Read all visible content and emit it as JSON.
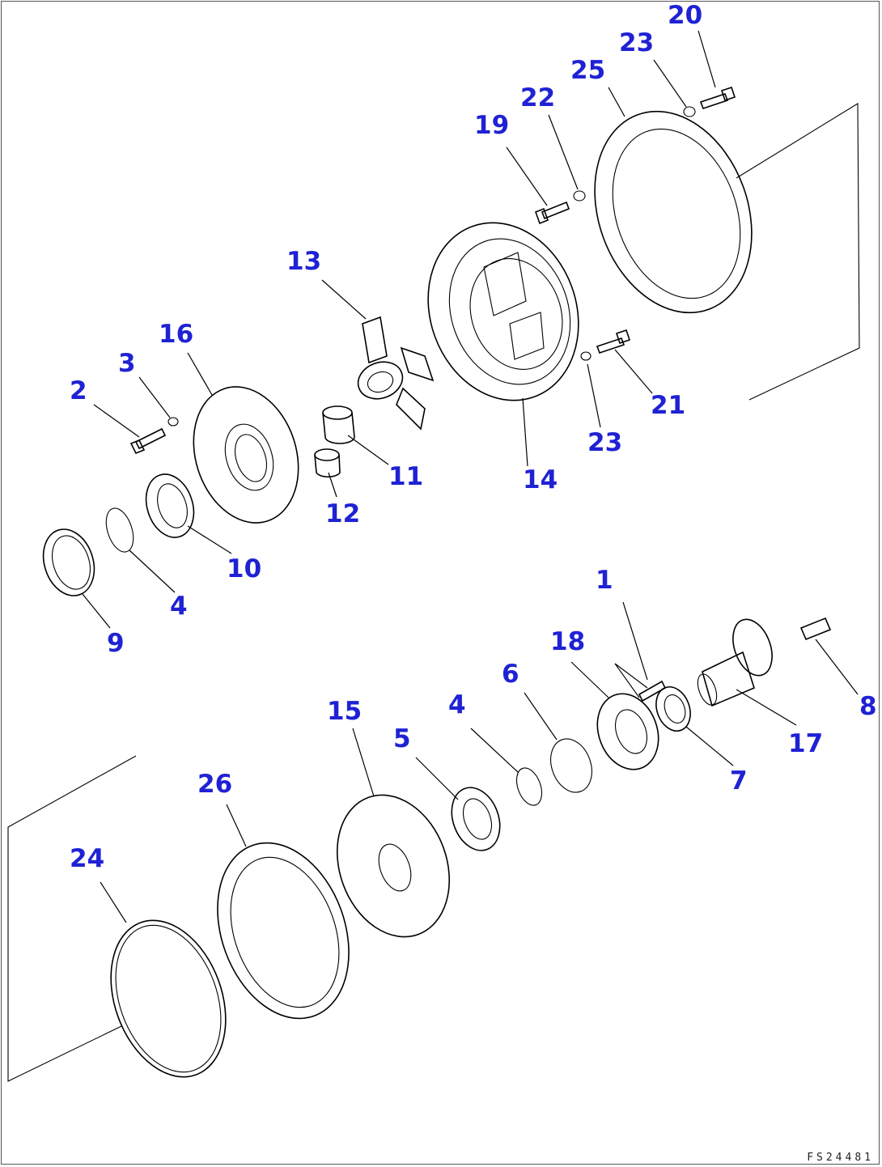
{
  "callouts": {
    "c1": "1",
    "c2": "2",
    "c3": "3",
    "c4a": "4",
    "c4b": "4",
    "c5": "5",
    "c6": "6",
    "c7": "7",
    "c8": "8",
    "c9": "9",
    "c10": "10",
    "c11": "11",
    "c12": "12",
    "c13": "13",
    "c14": "14",
    "c15": "15",
    "c16": "16",
    "c17": "17",
    "c18": "18",
    "c19": "19",
    "c20": "20",
    "c21": "21",
    "c22": "22",
    "c23a": "23",
    "c23b": "23",
    "c24": "24",
    "c25": "25",
    "c26": "26"
  },
  "drawing_code": "FS24481",
  "colors": {
    "callout": "#1f22d4",
    "line": "#000000",
    "background": "#ffffff"
  }
}
